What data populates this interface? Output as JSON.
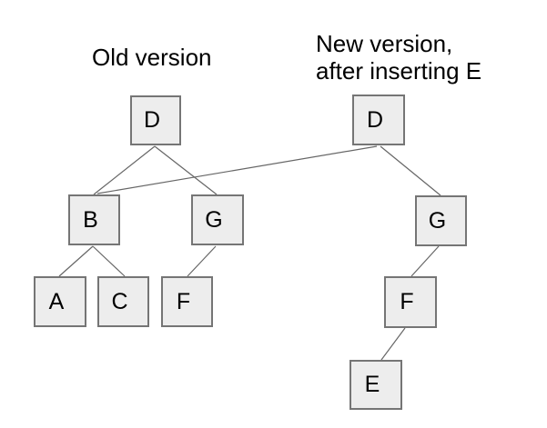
{
  "colors": {
    "node_fill": "#ededed",
    "node_border": "#757575",
    "edge_line": "#666666",
    "text": "#000000",
    "background": "#ffffff"
  },
  "old_tree": {
    "title": "Old version",
    "nodes": {
      "D": "D",
      "B": "B",
      "G": "G",
      "A": "A",
      "C": "C",
      "F": "F"
    },
    "edges": [
      {
        "from": "D",
        "to": "B"
      },
      {
        "from": "D",
        "to": "G"
      },
      {
        "from": "B",
        "to": "A"
      },
      {
        "from": "B",
        "to": "C"
      },
      {
        "from": "G",
        "to": "F"
      }
    ]
  },
  "new_tree": {
    "title_lines": [
      "New version,",
      "after inserting E"
    ],
    "nodes": {
      "D": "D",
      "G": "G",
      "F": "F",
      "E": "E"
    },
    "edges": [
      {
        "from": "D",
        "to": "old_tree.B"
      },
      {
        "from": "D",
        "to": "G"
      },
      {
        "from": "G",
        "to": "F"
      },
      {
        "from": "F",
        "to": "E"
      }
    ]
  }
}
